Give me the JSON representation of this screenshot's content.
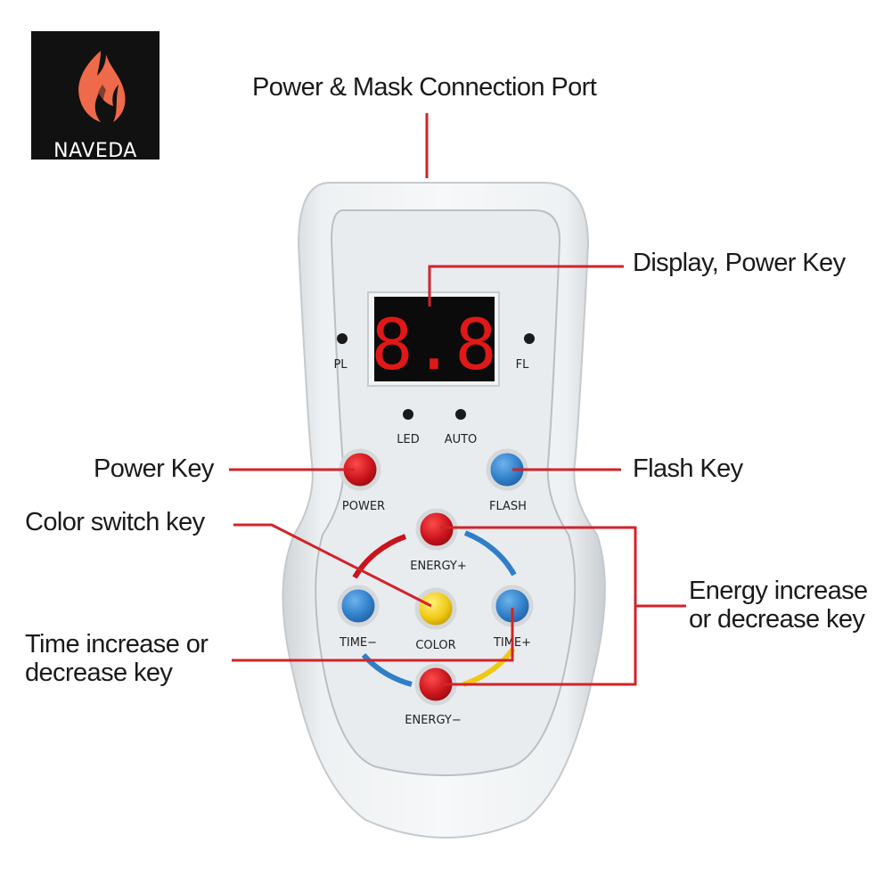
{
  "brand": {
    "name": "NAVEDA"
  },
  "callouts": {
    "power_mask_port": "Power & Mask Connection Port",
    "display_power_key": "Display, Power Key",
    "power_key": "Power Key",
    "flash_key": "Flash Key",
    "color_switch_key": "Color switch key",
    "energy_key": "Energy increase\nor decrease key",
    "time_key": "Time increase or\ndecrease key"
  },
  "device": {
    "display_reading": "8.8",
    "labels": {
      "pl": "PL",
      "fl": "FL",
      "led": "LED",
      "auto": "AUTO",
      "power": "POWER",
      "flash": "FLASH",
      "energy_plus": "ENERGY+",
      "energy_minus": "ENERGY−",
      "time_minus": "TIME−",
      "time_plus": "TIME+",
      "color": "COLOR"
    }
  },
  "colors": {
    "callout_line": "#d2232a",
    "button_red": "#c8141c",
    "button_blue": "#2f7fc8",
    "button_yellow": "#f0c814",
    "logo_bg": "#111111",
    "logo_flame": "#ef6a4a"
  }
}
